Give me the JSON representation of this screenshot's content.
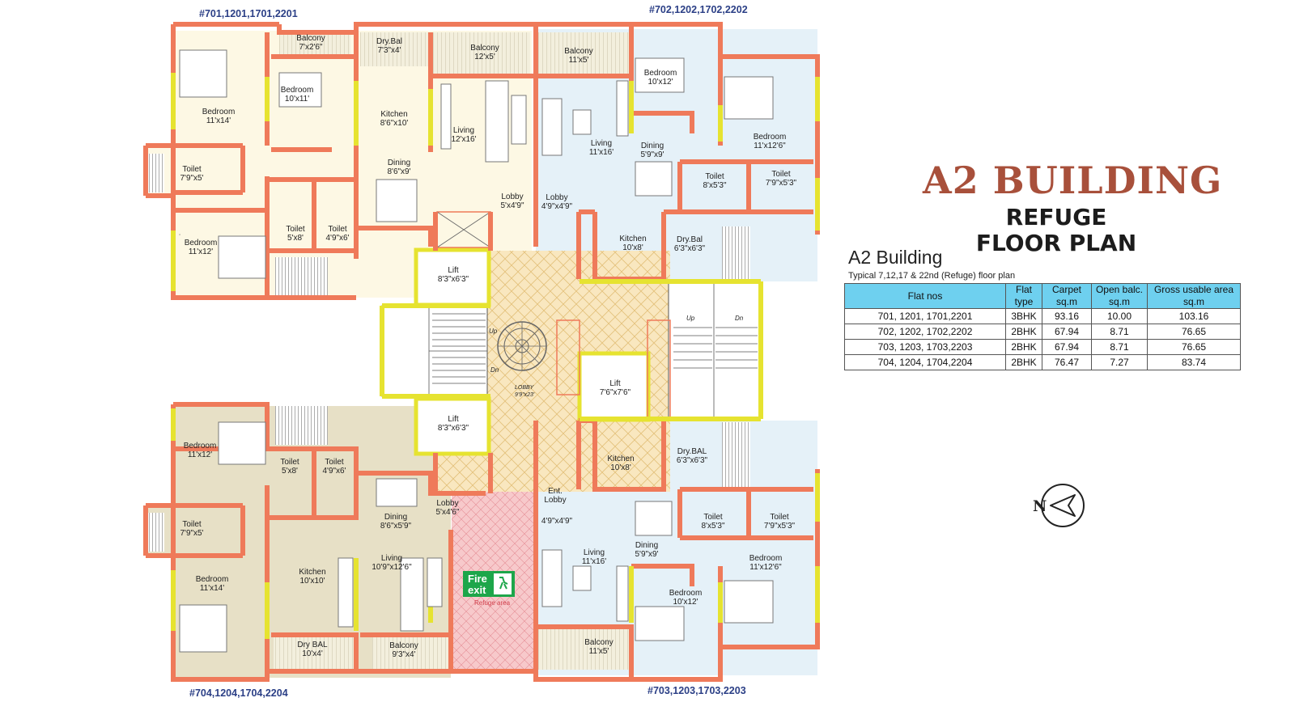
{
  "flat_labels": {
    "top_left": "#701,1201,1701,2201",
    "top_right": "#702,1202,1702,2202",
    "bottom_left": "#704,1204,1704,2204",
    "bottom_right": "#703,1203,1703,2203"
  },
  "title": {
    "line1": "A2 BUILDING",
    "line2": "REFUGE",
    "line3": "FLOOR PLAN"
  },
  "table_heading": "A2 Building",
  "table_subheading": "Typical 7,12,17 & 22nd (Refuge) floor plan",
  "table": {
    "headers": [
      {
        "l1": "Flat nos",
        "l2": ""
      },
      {
        "l1": "Flat",
        "l2": "type"
      },
      {
        "l1": "Carpet",
        "l2": "sq.m"
      },
      {
        "l1": "Open balc.",
        "l2": "sq.m"
      },
      {
        "l1": "Gross usable area",
        "l2": "sq.m"
      }
    ],
    "rows": [
      [
        "701, 1201, 1701,2201",
        "3BHK",
        "93.16",
        "10.00",
        "103.16"
      ],
      [
        "702, 1202, 1702,2202",
        "2BHK",
        "67.94",
        "8.71",
        "76.65"
      ],
      [
        "703, 1203, 1703,2203",
        "2BHK",
        "67.94",
        "8.71",
        "76.65"
      ],
      [
        "704, 1204, 1704,2204",
        "2BHK",
        "76.47",
        "7.27",
        "83.74"
      ]
    ]
  },
  "compass_letter": "N",
  "colors": {
    "wall": "#ef7a5a",
    "window": "#e6e330",
    "lift": "#e6e330",
    "lobby_fill": "#f9e7bf",
    "refuge_fill": "#f7c9cb",
    "fire_exit": "#1da64a",
    "flat_701_fill": "#fdf8e4",
    "flat_702_fill": "#e5f1f8",
    "flat_704_fill": "#e7e0c6",
    "title_color": "#a8503b",
    "table_header": "#6ed0ef"
  },
  "rooms": [
    {
      "name": "Balcony",
      "dim": "7'x2'6\""
    },
    {
      "name": "Dry.Bal",
      "dim": "7'3\"x4'"
    },
    {
      "name": "Balcony",
      "dim": "12'x5'"
    },
    {
      "name": "Balcony",
      "dim": "11'x5'"
    },
    {
      "name": "Bedroom",
      "dim": "10'x12'"
    },
    {
      "name": "Bedroom",
      "dim": "10'x11'"
    },
    {
      "name": "Bedroom",
      "dim": "11'x14'"
    },
    {
      "name": "Kitchen",
      "dim": "8'6\"x10'"
    },
    {
      "name": "Living",
      "dim": "12'x16'"
    },
    {
      "name": "Living",
      "dim": "11'x16'"
    },
    {
      "name": "Bedroom",
      "dim": "11'x12'6\""
    },
    {
      "name": "Dining",
      "dim": "5'9\"x9'"
    },
    {
      "name": "Toilet",
      "dim": "7'9\"x5'"
    },
    {
      "name": "Dining",
      "dim": "8'6\"x9'"
    },
    {
      "name": "Toilet",
      "dim": "8'x5'3\""
    },
    {
      "name": "Toilet",
      "dim": "7'9\"x5'3\""
    },
    {
      "name": "Lobby",
      "dim": "5'x4'9\""
    },
    {
      "name": "Lobby",
      "dim": "4'9\"x4'9\""
    },
    {
      "name": "Toilet",
      "dim": "5'x8'"
    },
    {
      "name": "Toilet",
      "dim": "4'9\"x6'"
    },
    {
      "name": "Bedroom",
      "dim": "11'x12'"
    },
    {
      "name": "Kitchen",
      "dim": "10'x8'"
    },
    {
      "name": "Dry.Bal",
      "dim": "6'3\"x6'3\""
    },
    {
      "name": "Lift",
      "dim": "8'3\"x6'3\""
    },
    {
      "name": "Lift",
      "dim": "7'6\"x7'6\""
    },
    {
      "name": "Lift",
      "dim": "8'3\"x6'3\""
    },
    {
      "name": "Bedroom",
      "dim": "11'x12'"
    },
    {
      "name": "Toilet",
      "dim": "5'x8'"
    },
    {
      "name": "Toilet",
      "dim": "4'9\"x6'"
    },
    {
      "name": "Kitchen",
      "dim": "10'x8'"
    },
    {
      "name": "Dry.BAL",
      "dim": "6'3\"x6'3\""
    },
    {
      "name": "Lobby",
      "dim": "5'x4'6\""
    },
    {
      "name": "Ent.",
      "dim": "Lobby"
    },
    {
      "name": "",
      "dim": "4'9\"x4'9\""
    },
    {
      "name": "Dining",
      "dim": "8'6\"x5'9\""
    },
    {
      "name": "Toilet",
      "dim": "8'x5'3\""
    },
    {
      "name": "Toilet",
      "dim": "7'9\"x5'3\""
    },
    {
      "name": "Toilet",
      "dim": "7'9\"x5'"
    },
    {
      "name": "Living",
      "dim": "10'9\"x12'6\""
    },
    {
      "name": "Kitchen",
      "dim": "10'x10'"
    },
    {
      "name": "Living",
      "dim": "11'x16'"
    },
    {
      "name": "Dining",
      "dim": "5'9\"x9'"
    },
    {
      "name": "Bedroom",
      "dim": "11'x12'6\""
    },
    {
      "name": "Bedroom",
      "dim": "11'x14'"
    },
    {
      "name": "Bedroom",
      "dim": "10'x12'"
    },
    {
      "name": "Dry BAL",
      "dim": "10'x4'"
    },
    {
      "name": "Balcony",
      "dim": "9'3\"x4'"
    },
    {
      "name": "Balcony",
      "dim": "11'x5'"
    }
  ],
  "lobby": {
    "name": "LOBBY",
    "dim": "9'9\"x23'"
  },
  "stairs": {
    "up": "Up",
    "dn": "Dn"
  },
  "fire_exit": {
    "line1": "Fire",
    "line2": "exit",
    "caption": "Refuge area"
  }
}
